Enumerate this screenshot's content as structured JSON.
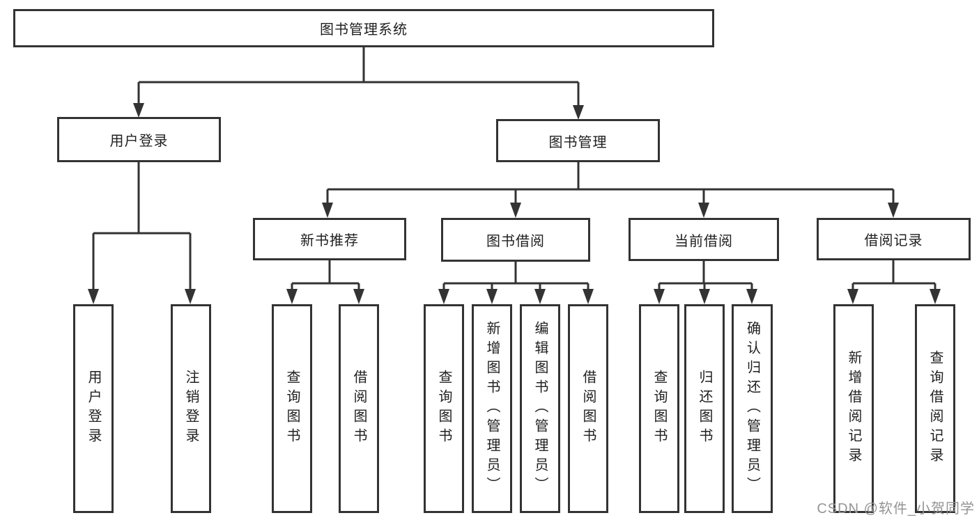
{
  "tree": {
    "root": {
      "label": "图书管理系统"
    },
    "children": [
      {
        "label": "用户登录",
        "children": [
          {
            "label": "用户登录"
          },
          {
            "label": "注销登录"
          }
        ]
      },
      {
        "label": "图书管理",
        "children": [
          {
            "label": "新书推荐",
            "children": [
              {
                "label": "查询图书"
              },
              {
                "label": "借阅图书"
              }
            ]
          },
          {
            "label": "图书借阅",
            "children": [
              {
                "label": "查询图书"
              },
              {
                "label": "新增图书（管理员）"
              },
              {
                "label": "编辑图书（管理员）"
              },
              {
                "label": "借阅图书"
              }
            ]
          },
          {
            "label": "当前借阅",
            "children": [
              {
                "label": "查询图书"
              },
              {
                "label": "归还图书"
              },
              {
                "label": "确认归还（管理员）"
              }
            ]
          },
          {
            "label": "借阅记录",
            "children": [
              {
                "label": "新增借阅记录"
              },
              {
                "label": "查询借阅记录"
              }
            ]
          }
        ]
      }
    ]
  },
  "watermark": {
    "text": "CSDN @软件_小贺同学"
  },
  "colors": {
    "line": "#333333",
    "text": "#1f1f1f",
    "watermark": "#949494",
    "background": "#ffffff"
  }
}
